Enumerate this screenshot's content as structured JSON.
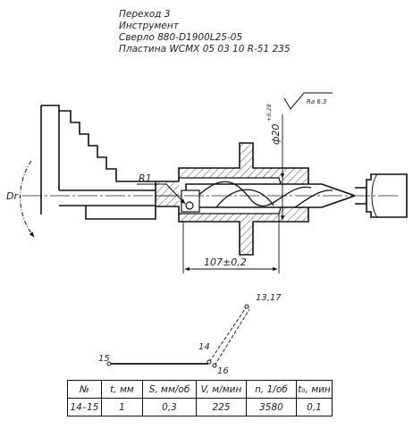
{
  "header": {
    "step": "Переход 3",
    "tool_title": "Инструмент",
    "drill": "Сверло 880-D1900L25-05",
    "insert": "Пластина  WCMX 05 03 10 R-51 235"
  },
  "drawing": {
    "roughness": "Ra 6.3",
    "diameter": "ф20",
    "tolerance": "+0,28",
    "radius": "R1",
    "length": "107±0,2",
    "rotation": "Dr"
  },
  "path_points": [
    "13,17",
    "14",
    "15",
    "16"
  ],
  "table": {
    "headers": [
      "№",
      "t, мм",
      "S, мм/об",
      "V, м/мин",
      "n, 1/об",
      "t₀, мин"
    ],
    "rows": [
      [
        "14–15",
        "1",
        "0,3",
        "225",
        "3580",
        "0,1"
      ]
    ]
  }
}
